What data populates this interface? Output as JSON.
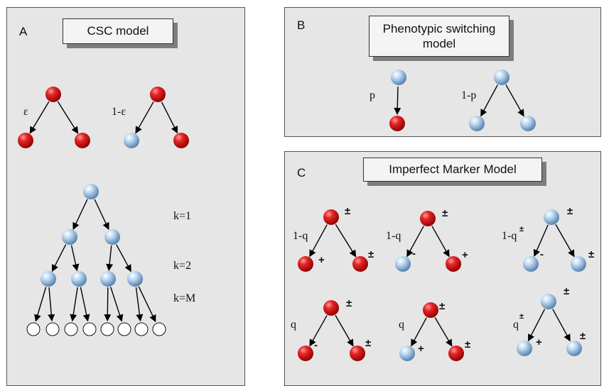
{
  "panel_a": {
    "label": "A",
    "title": "CSC model",
    "epsilon": "ε",
    "one_minus_epsilon": "1-ε",
    "k1": "k=1",
    "k2": "k=2",
    "kM": "k=M"
  },
  "panel_b": {
    "label": "B",
    "title_line1": "Phenotypic switching",
    "title_line2": "model",
    "p": "p",
    "one_minus_p": "1-p"
  },
  "panel_c": {
    "label": "C",
    "title": "Imperfect Marker Model",
    "one_minus_q": "1-q",
    "one_minus_q_pm": "1-q",
    "q": "q",
    "q_pm": "q",
    "plus_minus": "±",
    "plus": "+",
    "minus": "-"
  },
  "colors": {
    "red_cell": "#cc1111",
    "blue_cell": "#8fb6dc",
    "panel_bg": "#e6e6e6"
  }
}
